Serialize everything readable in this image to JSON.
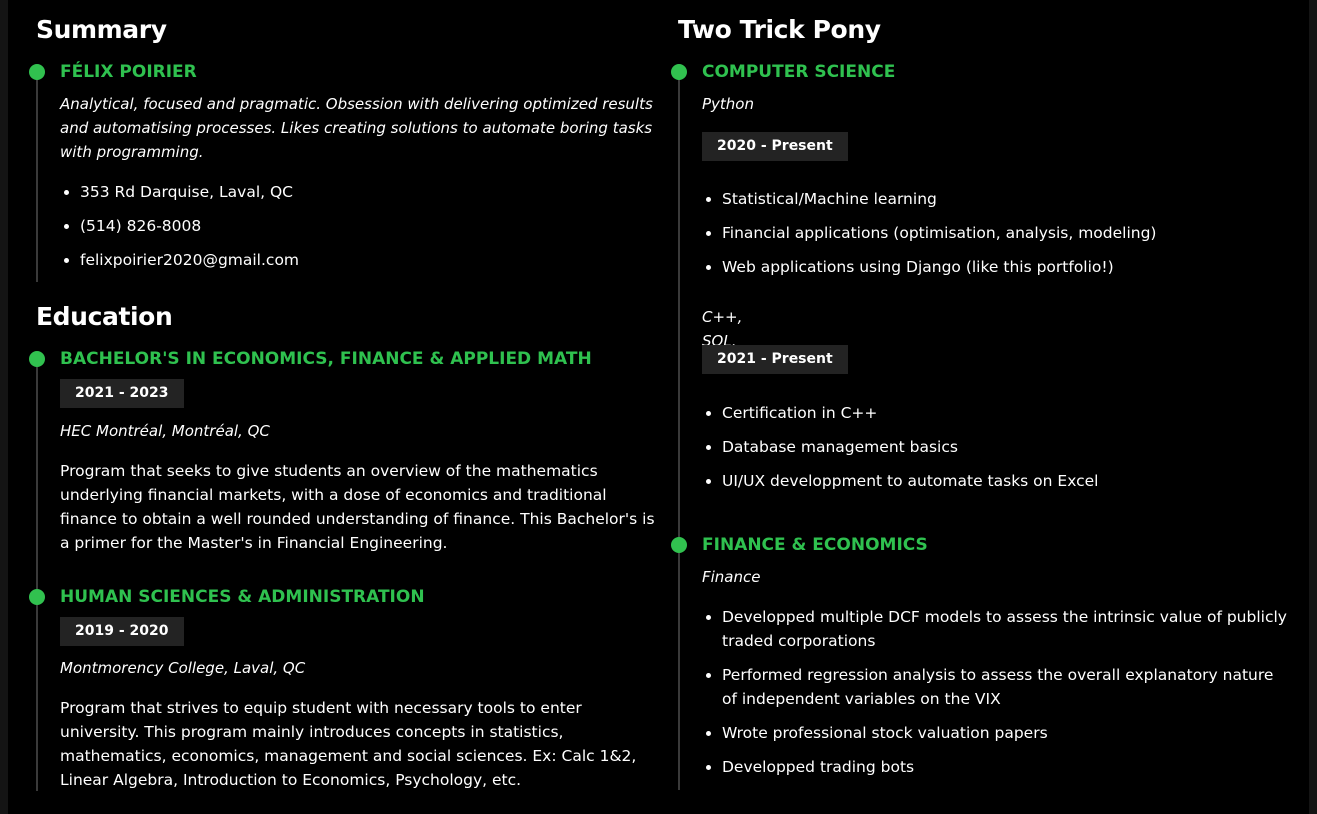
{
  "summary": {
    "heading": "Summary",
    "name": "FÉLIX POIRIER",
    "tagline": "Analytical, focused and pragmatic. Obsession with delivering optimized results and automatising processes. Likes creating solutions to automate boring tasks with programming.",
    "contacts": [
      "353 Rd Darquise, Laval, QC",
      "(514) 826-8008",
      "felixpoirier2020@gmail.com"
    ]
  },
  "education": {
    "heading": "Education",
    "items": [
      {
        "title": "BACHELOR'S IN ECONOMICS, FINANCE & APPLIED MATH",
        "dates": "2021 - 2023",
        "school": "HEC Montréal, Montréal, QC",
        "description": "Program that seeks to give students an overview of the mathematics underlying financial markets, with a dose of economics and traditional finance to obtain a well rounded understanding of finance. This Bachelor's is a primer for the Master's in Financial Engineering."
      },
      {
        "title": "HUMAN SCIENCES & ADMINISTRATION",
        "dates": "2019 - 2020",
        "school": "Montmorency College, Laval, QC",
        "description": "Program that strives to equip student with necessary tools to enter university. This program mainly introduces concepts in statistics, mathematics, economics, management and social sciences. Ex: Calc 1&2, Linear Algebra, Introduction to Economics, Psychology, etc."
      }
    ]
  },
  "skills": {
    "heading": "Two Trick Pony",
    "cs": {
      "title": "COMPUTER SCIENCE",
      "groups": [
        {
          "language": "Python",
          "dates": "2020 - Present",
          "points": [
            "Statistical/Machine learning",
            "Financial applications (optimisation, analysis, modeling)",
            "Web applications using Django (like this portfolio!)"
          ]
        },
        {
          "language": "C++, SQL, VBA",
          "dates": "2021 - Present",
          "points": [
            "Certification in C++",
            "Database management basics",
            "UI/UX developpment to automate tasks on Excel"
          ]
        }
      ]
    },
    "finance": {
      "title": "FINANCE & ECONOMICS",
      "subtitle": "Finance",
      "points": [
        "Developped multiple DCF models to assess the intrinsic value of publicly traded corporations",
        "Performed regression analysis to assess the overall explanatory nature of independent variables on the VIX",
        "Wrote professional stock valuation papers",
        "Developped trading bots"
      ]
    }
  },
  "colors": {
    "accent": "#31c14f",
    "background": "#000000",
    "badge": "#232323",
    "timeline": "#3a3a3a"
  }
}
